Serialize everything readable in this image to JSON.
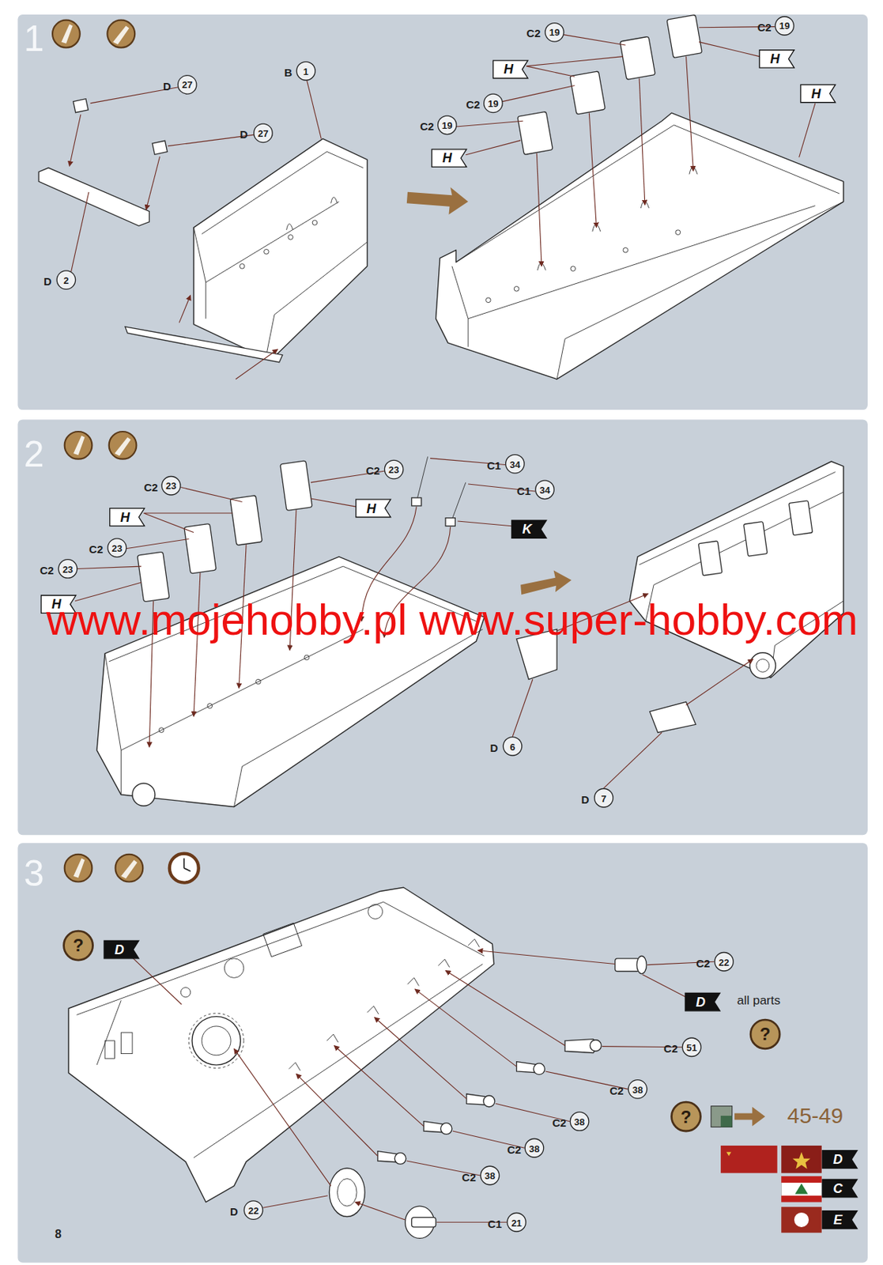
{
  "diagram": {
    "labels": [
      "1",
      "D",
      "27",
      "D",
      "27",
      "B",
      "1",
      "D",
      "2",
      "C2",
      "19",
      "C2",
      "19",
      "H",
      "H",
      "H",
      "C2",
      "19",
      "C2",
      "19",
      "H",
      "2",
      "C2",
      "23",
      "C1",
      "34",
      "C2",
      "23",
      "C1",
      "34",
      "H",
      "H",
      "K",
      "C2",
      "23",
      "C2",
      "23",
      "H",
      "www.mojehobby.pl www.super-hobby.com",
      "D",
      "6",
      "D",
      "7",
      "3",
      "?",
      "D",
      "C2",
      "22",
      "D",
      "all parts",
      "?",
      "C2",
      "51",
      "C2",
      "38",
      "C2",
      "38",
      "C2",
      "38",
      "?",
      "45-49",
      "C2",
      "38",
      "D",
      "C",
      "E",
      "D",
      "22",
      "C1",
      "21",
      "8"
    ]
  }
}
